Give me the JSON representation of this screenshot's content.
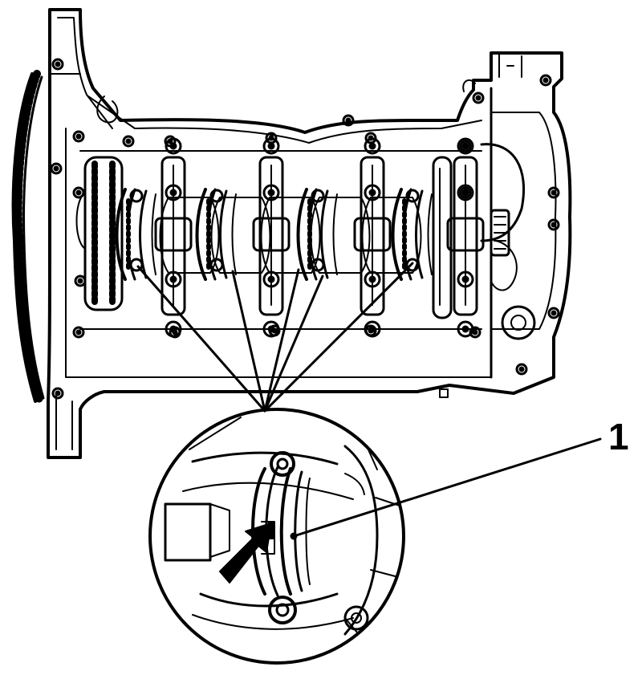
{
  "callouts": [
    {
      "label": "1"
    }
  ],
  "colors": {
    "line": "#000000",
    "background": "#ffffff"
  },
  "connecting_lines": 5,
  "rods": 4,
  "main_bearing_caps": 5
}
